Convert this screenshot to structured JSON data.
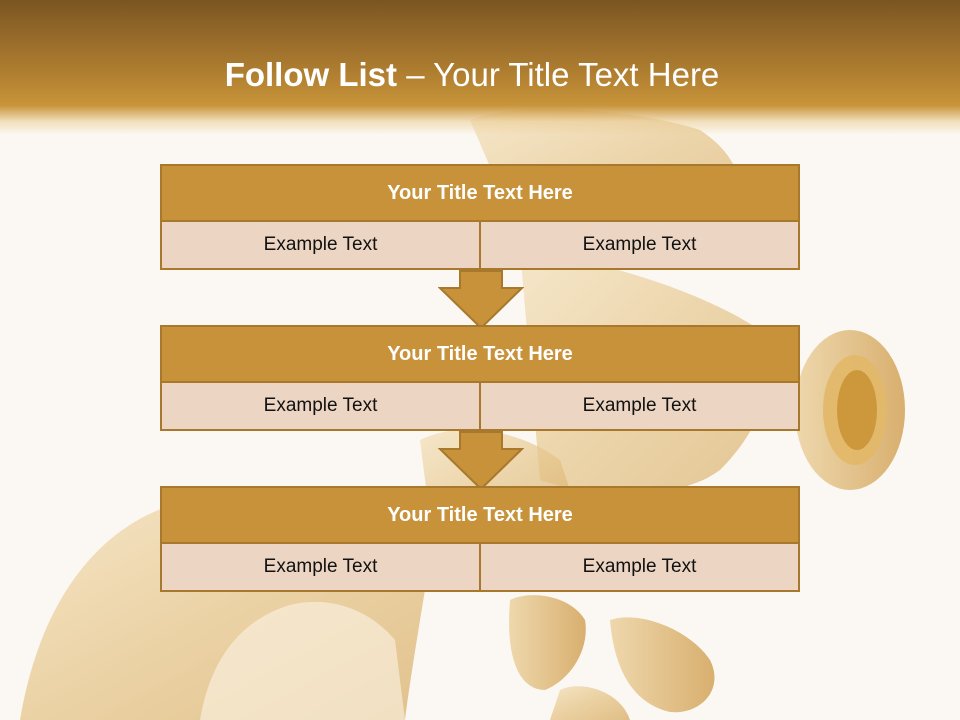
{
  "slide": {
    "title_bold": "Follow List",
    "title_rest": " – Your Title Text Here"
  },
  "blocks": [
    {
      "title": "Your Title Text Here",
      "left_text": "Example Text",
      "right_text": "Example Text"
    },
    {
      "title": "Your Title Text Here",
      "left_text": "Example Text",
      "right_text": "Example Text"
    },
    {
      "title": "Your Title Text Here",
      "left_text": "Example Text",
      "right_text": "Example Text"
    }
  ],
  "colors": {
    "header_dark": "#7a5520",
    "header_gold": "#c8943a",
    "block_title_fill": "#c8923a",
    "block_cell_fill": "#ecd6c3",
    "border": "#a8792c",
    "arrow_fill": "#c8923a"
  }
}
